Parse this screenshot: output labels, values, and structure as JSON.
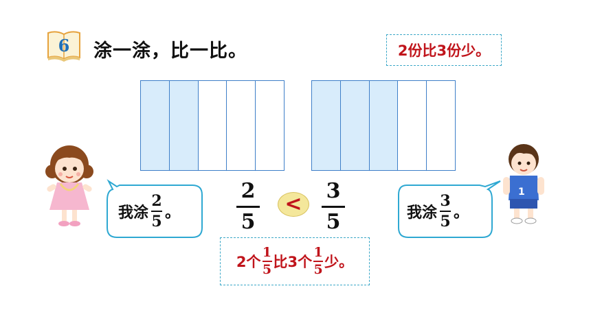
{
  "problem": {
    "number": "6",
    "title": "涂一涂，比一比。"
  },
  "note_top": {
    "text_a": "2份比3份少。"
  },
  "strips": [
    {
      "parts": 5,
      "shaded": 2,
      "fill": "#d8ecfb",
      "stroke": "#3d7ec8"
    },
    {
      "parts": 5,
      "shaded": 3,
      "fill": "#d8ecfb",
      "stroke": "#3d7ec8"
    }
  ],
  "comparison": {
    "left": {
      "numerator": "2",
      "denominator": "5"
    },
    "symbol": "<",
    "right": {
      "numerator": "3",
      "denominator": "5"
    }
  },
  "bubble_left": {
    "prefix": "我涂",
    "numerator": "2",
    "denominator": "5",
    "suffix": "。"
  },
  "bubble_right": {
    "prefix": "我涂",
    "numerator": "3",
    "denominator": "5",
    "suffix": "。"
  },
  "note_bottom": {
    "part1": "2个",
    "frac1_num": "1",
    "frac1_den": "5",
    "part2": "比3个",
    "frac2_num": "1",
    "frac2_den": "5",
    "part3": "少。"
  },
  "characters": {
    "girl": "girl-illustration",
    "boy": "boy-illustration",
    "boy_shirt_number": "1"
  },
  "colors": {
    "accent_red": "#c0141b",
    "note_border": "#3aa7c7",
    "bubble_border": "#2ea8d2",
    "compare_bg": "#f4e79b"
  }
}
